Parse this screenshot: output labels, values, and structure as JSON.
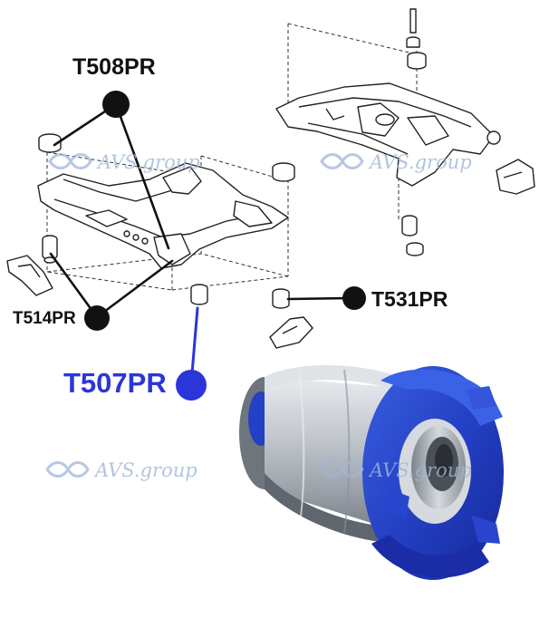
{
  "labels": {
    "t508": "T508PR",
    "t514": "T514PR",
    "t531": "T531PR",
    "t507": "T507PR"
  },
  "watermark": {
    "text": "AVS.group",
    "icon": "infinity-icon",
    "color": "#9fb6d8"
  },
  "colors": {
    "callout_black": "#111111",
    "callout_blue": "#2b36d9",
    "bushing_polyurethane": "#2540c8",
    "bushing_metal": "#b8bec6"
  }
}
